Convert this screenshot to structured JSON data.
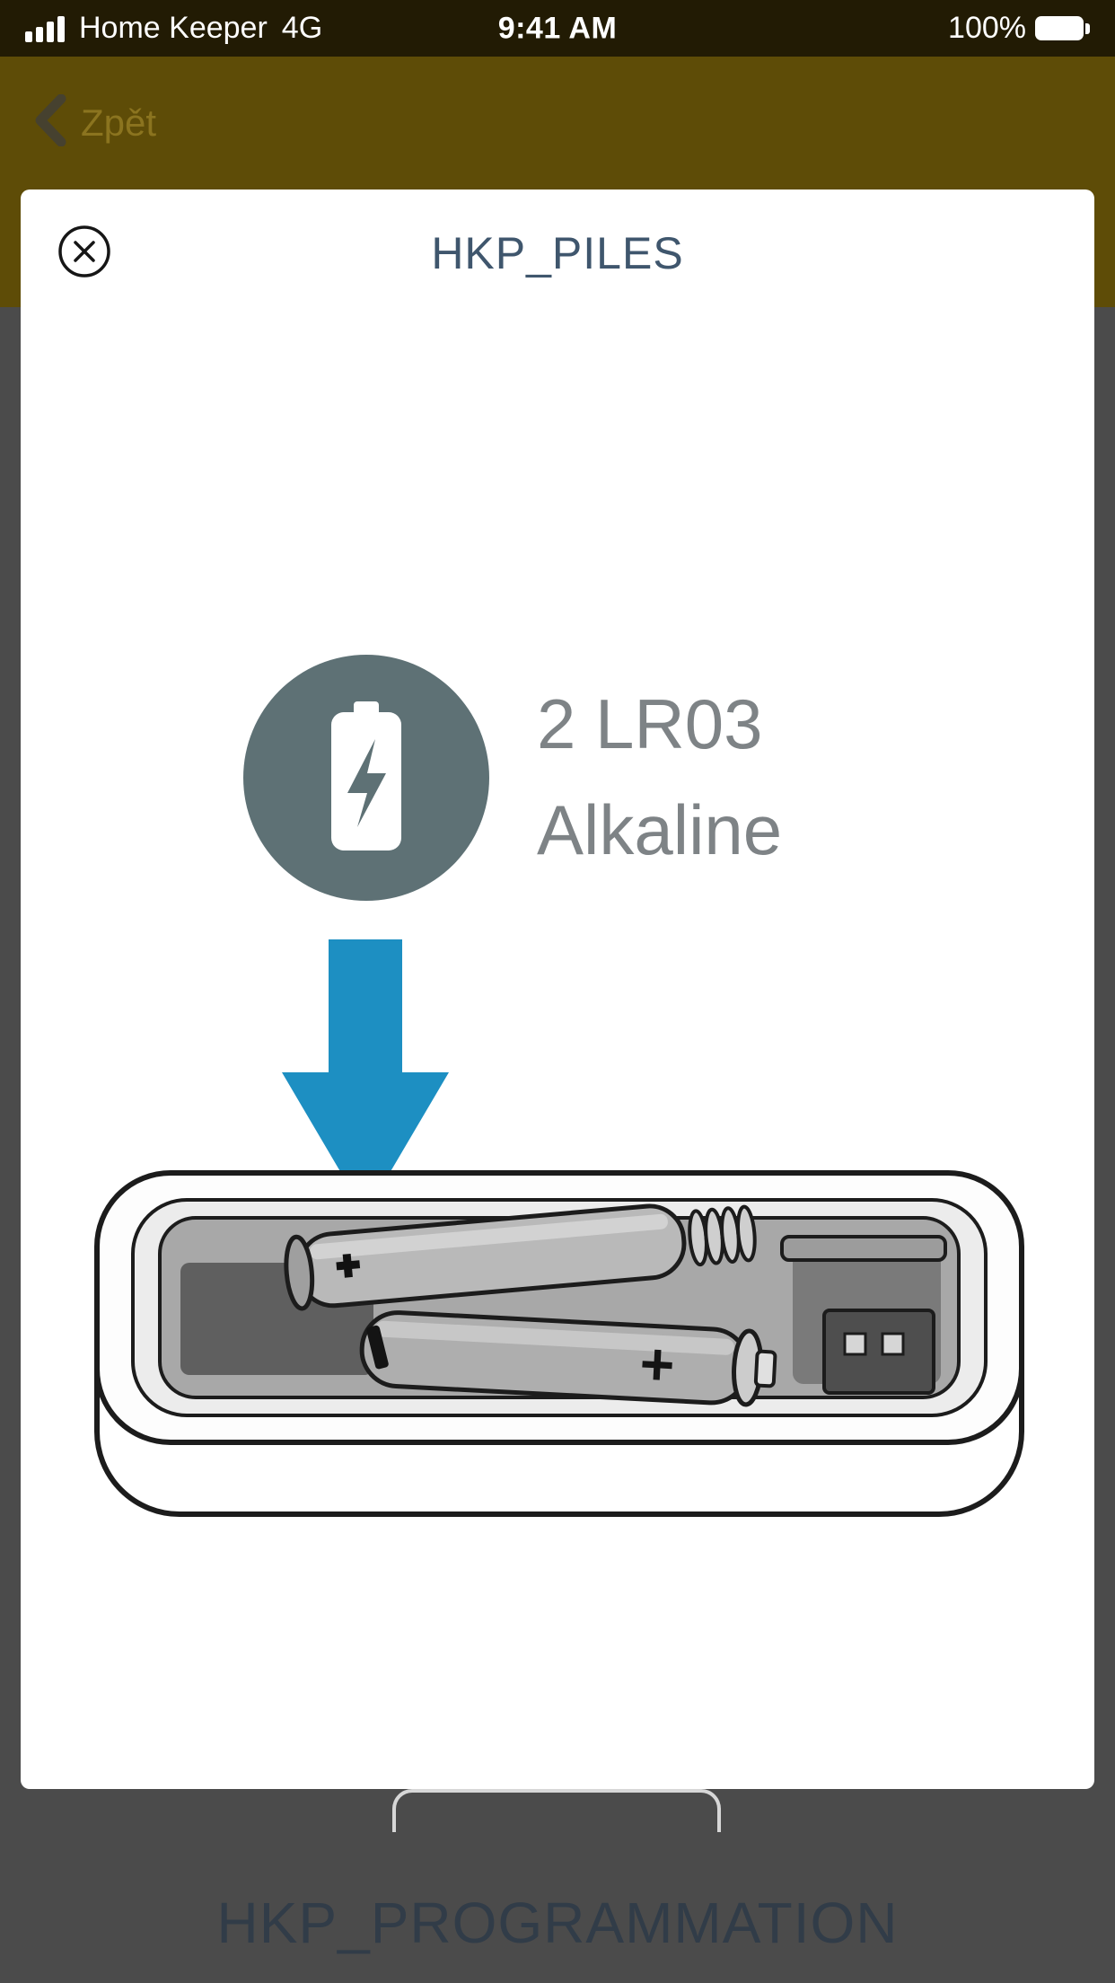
{
  "status_bar": {
    "signal_icon": "signal-bars-full",
    "carrier": "Home Keeper",
    "network": "4G",
    "time": "9:41 AM",
    "battery_percent": "100%",
    "battery_icon": "battery-full"
  },
  "header": {
    "back_icon": "chevron-left",
    "back_label": "Zpět"
  },
  "modal": {
    "close_icon": "close-circle",
    "title": "HKP_PILES",
    "battery_badge_icon": "battery-lightning",
    "spec_line1": "2 LR03",
    "spec_line2": "Alkaline",
    "arrow_icon": "arrow-down",
    "illustration": "battery-compartment-drawing"
  },
  "page_behind": {
    "section_title": "HKP_PROGRAMMATION"
  },
  "colors": {
    "statusbar_bg": "#221b04",
    "header_gold_dimmed": "#5e4c07",
    "dimmed_page_bg": "#4b4b4b",
    "modal_title": "#3f566d",
    "badge_gray": "#5e7175",
    "spec_text_gray": "#7e8386",
    "accent_blue": "#1d8fc2",
    "section_title_dimmed": "#313c48"
  }
}
